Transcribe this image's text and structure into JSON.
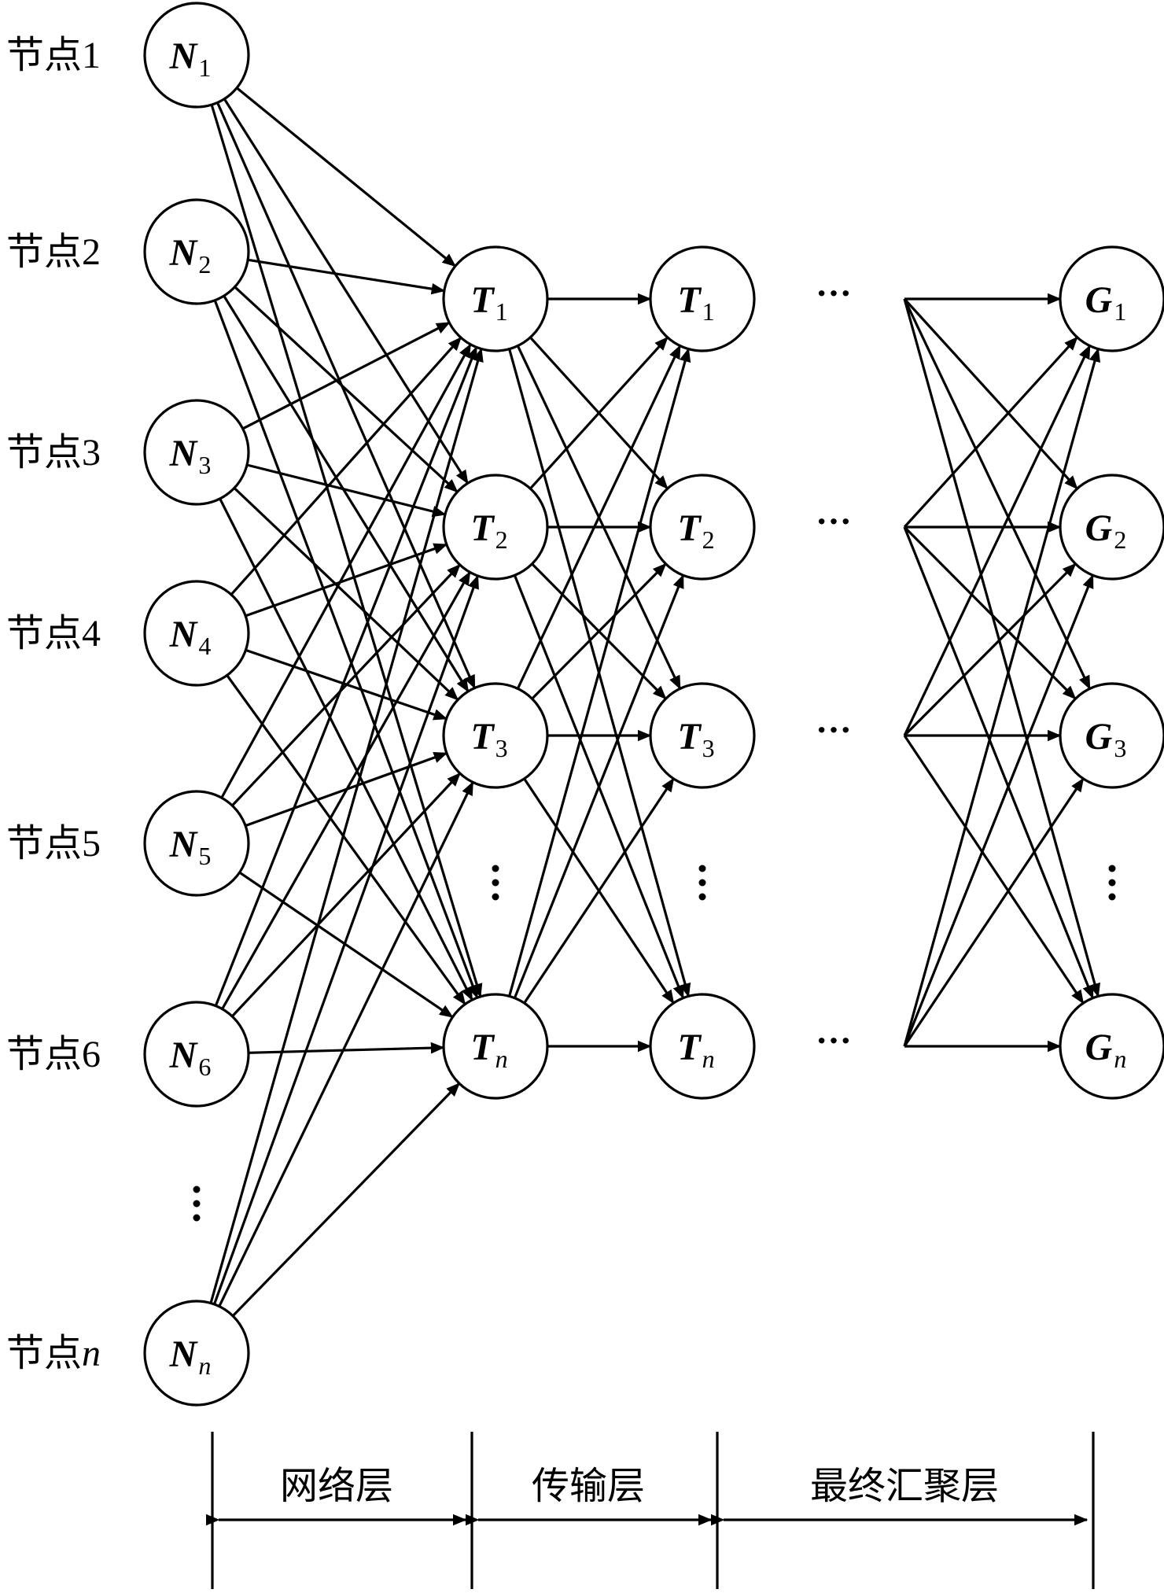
{
  "diagram": {
    "row_labels": [
      {
        "prefix": "节点",
        "suffix": "1",
        "italic": false
      },
      {
        "prefix": "节点",
        "suffix": "2",
        "italic": false
      },
      {
        "prefix": "节点",
        "suffix": "3",
        "italic": false
      },
      {
        "prefix": "节点",
        "suffix": "4",
        "italic": false
      },
      {
        "prefix": "节点",
        "suffix": "5",
        "italic": false
      },
      {
        "prefix": "节点",
        "suffix": "6",
        "italic": false
      },
      {
        "prefix": "节点",
        "suffix": "n",
        "italic": true
      }
    ],
    "network_nodes": [
      {
        "letter": "N",
        "sub": "1"
      },
      {
        "letter": "N",
        "sub": "2"
      },
      {
        "letter": "N",
        "sub": "3"
      },
      {
        "letter": "N",
        "sub": "4"
      },
      {
        "letter": "N",
        "sub": "5"
      },
      {
        "letter": "N",
        "sub": "6"
      },
      {
        "letter": "N",
        "sub": "n"
      }
    ],
    "transport_nodes_a": [
      {
        "letter": "T",
        "sub": "1"
      },
      {
        "letter": "T",
        "sub": "2"
      },
      {
        "letter": "T",
        "sub": "3"
      },
      {
        "letter": "T",
        "sub": "n"
      }
    ],
    "transport_nodes_b": [
      {
        "letter": "T",
        "sub": "1"
      },
      {
        "letter": "T",
        "sub": "2"
      },
      {
        "letter": "T",
        "sub": "3"
      },
      {
        "letter": "T",
        "sub": "n"
      }
    ],
    "sink_nodes": [
      {
        "letter": "G",
        "sub": "1"
      },
      {
        "letter": "G",
        "sub": "2"
      },
      {
        "letter": "G",
        "sub": "3"
      },
      {
        "letter": "G",
        "sub": "n"
      }
    ],
    "ellipsis": "···",
    "layers": {
      "network": "网络层",
      "transport": "传输层",
      "sink": "最终汇聚层"
    }
  }
}
